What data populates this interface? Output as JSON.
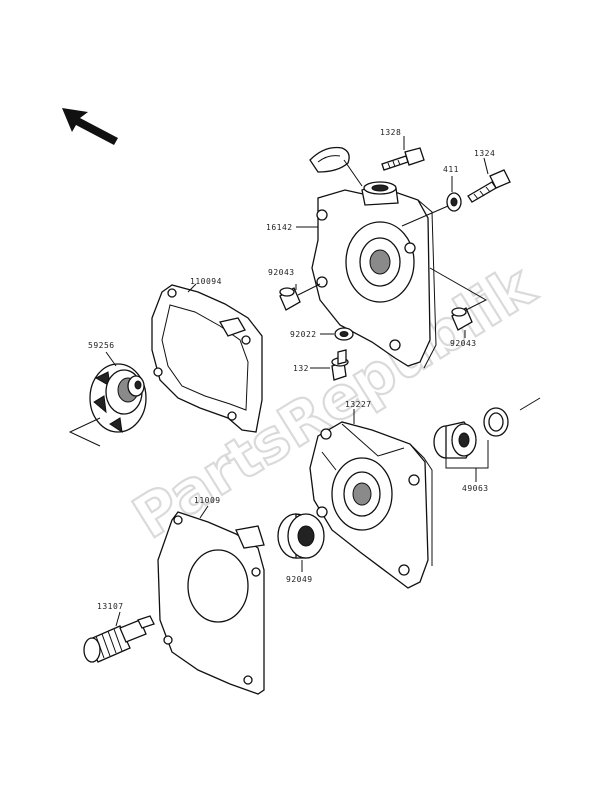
{
  "diagram": {
    "watermark": "PartsRepublik",
    "labels": {
      "p1328": "1328",
      "p411": "411",
      "p1324": "1324",
      "p16142": "16142",
      "p92043a": "92043",
      "p110094": "110094",
      "p92043b": "92043",
      "p59256": "59256",
      "p92022": "92022",
      "p132": "132",
      "p13227": "13227",
      "p49063": "49063",
      "p11009": "11009",
      "p92049": "92049",
      "p13107": "13107"
    }
  }
}
